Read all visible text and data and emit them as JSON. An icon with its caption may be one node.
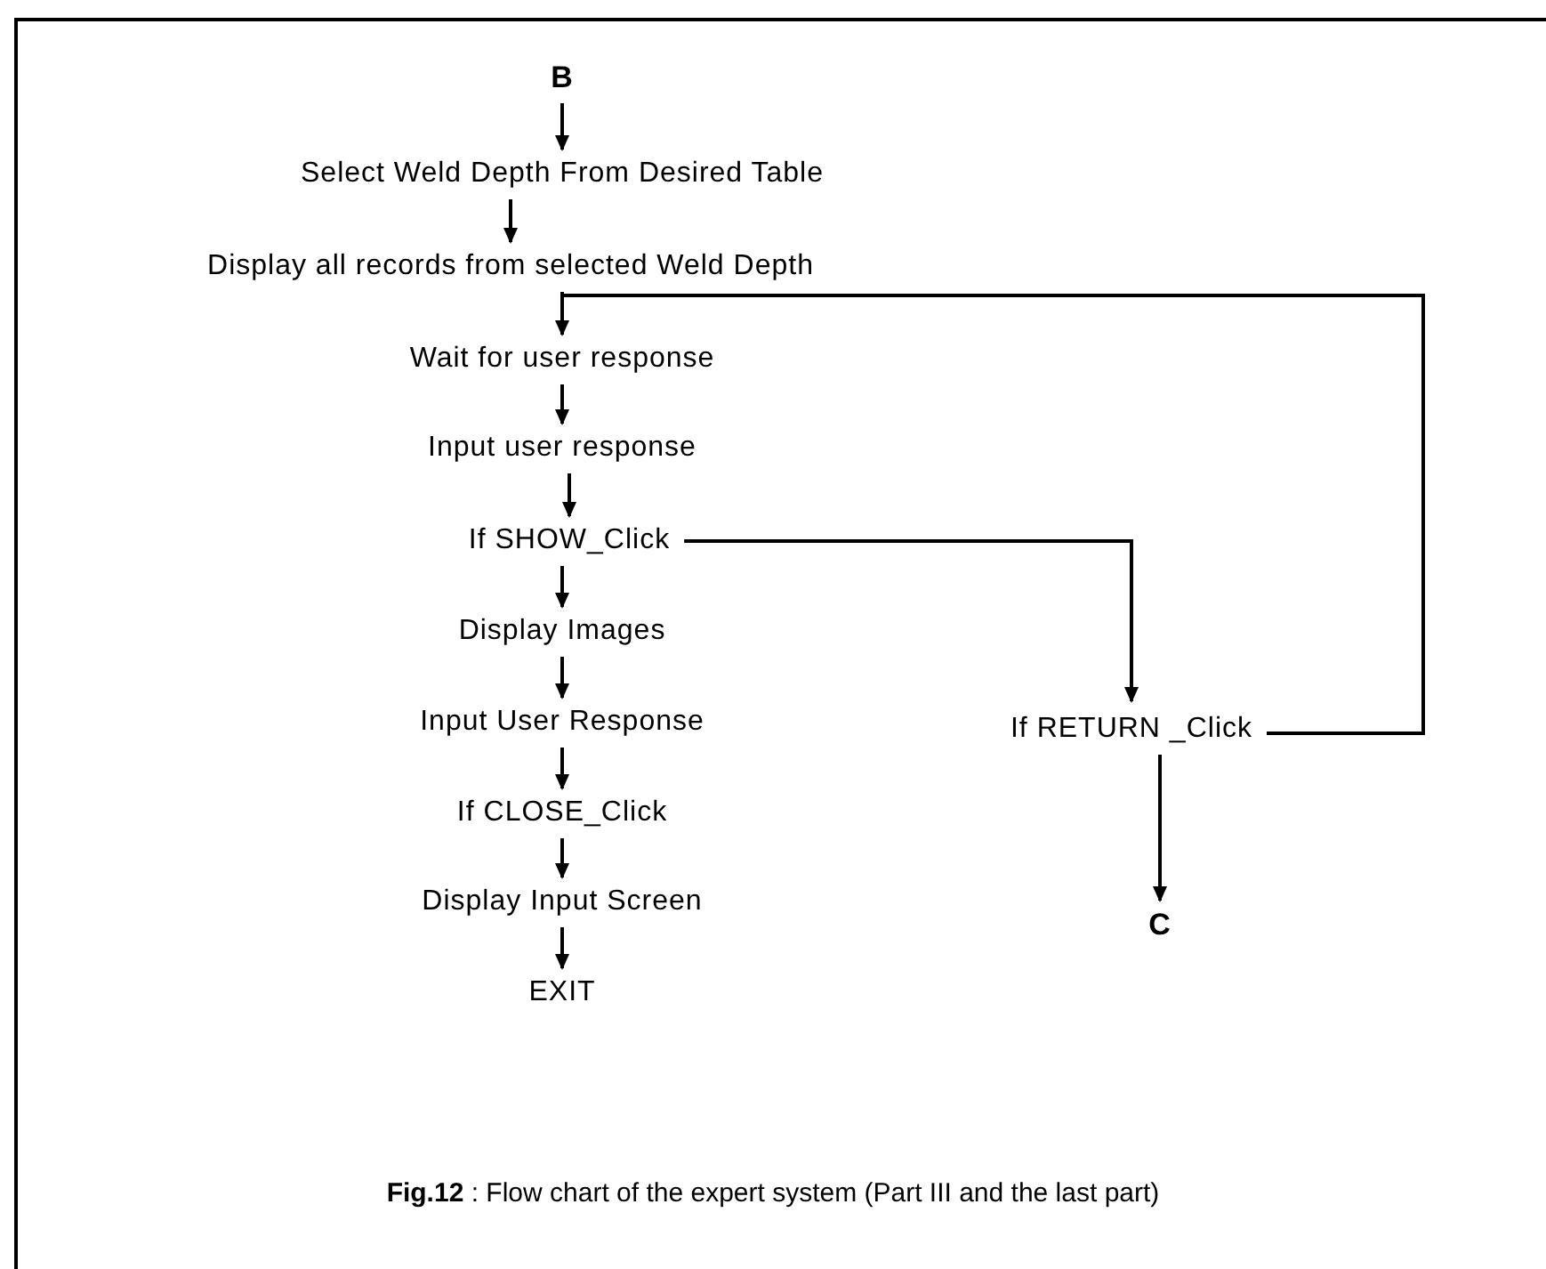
{
  "diagram": {
    "caption": "**Fig.12** : Flow chart of the expert system (Part III and the last part)",
    "nodes": [
      {
        "text": [
          "B"
        ]
      },
      {
        "text": [
          "Select Weld Depth From Desired Table"
        ]
      },
      {
        "text": [
          "Display all records from selected Weld Depth"
        ]
      },
      {
        "text": [
          "Wait for user response"
        ]
      },
      {
        "text": [
          "Input user response"
        ]
      },
      {
        "text": [
          "If SHOW_Click"
        ]
      },
      {
        "text": [
          "Display Images"
        ]
      },
      {
        "text": [
          "Input User Response"
        ]
      },
      {
        "text": [
          "If CLOSE_Click"
        ]
      },
      {
        "text": [
          "Display Input Screen"
        ]
      },
      {
        "text": [
          "EXIT"
        ]
      },
      {
        "text": [
          "If RETURN _Click"
        ]
      },
      {
        "text": [
          "C"
        ]
      }
    ],
    "edges": [
      {
        "from": 0,
        "to": 1,
        "arrow": "to"
      },
      {
        "from": 1,
        "to": 2,
        "arrow": "to"
      },
      {
        "from": 2,
        "to": 3,
        "arrow": "none"
      },
      {
        "from": 3,
        "to": 4,
        "arrow": "to"
      },
      {
        "from": 4,
        "to": 5,
        "arrow": "to"
      },
      {
        "from": 5,
        "to": 6,
        "arrow": "to"
      },
      {
        "from": 6,
        "to": 7,
        "arrow": "to"
      },
      {
        "from": 7,
        "to": 8,
        "arrow": "to"
      },
      {
        "from": 8,
        "to": 9,
        "arrow": "to"
      },
      {
        "from": 9,
        "to": 10,
        "arrow": "to"
      },
      {
        "from": 5,
        "to": 11,
        "arrow": "to"
      },
      {
        "from": 11,
        "to": 12,
        "arrow": "to"
      },
      {
        "from": 11,
        "to": 3,
        "arrow": "to"
      }
    ]
  }
}
